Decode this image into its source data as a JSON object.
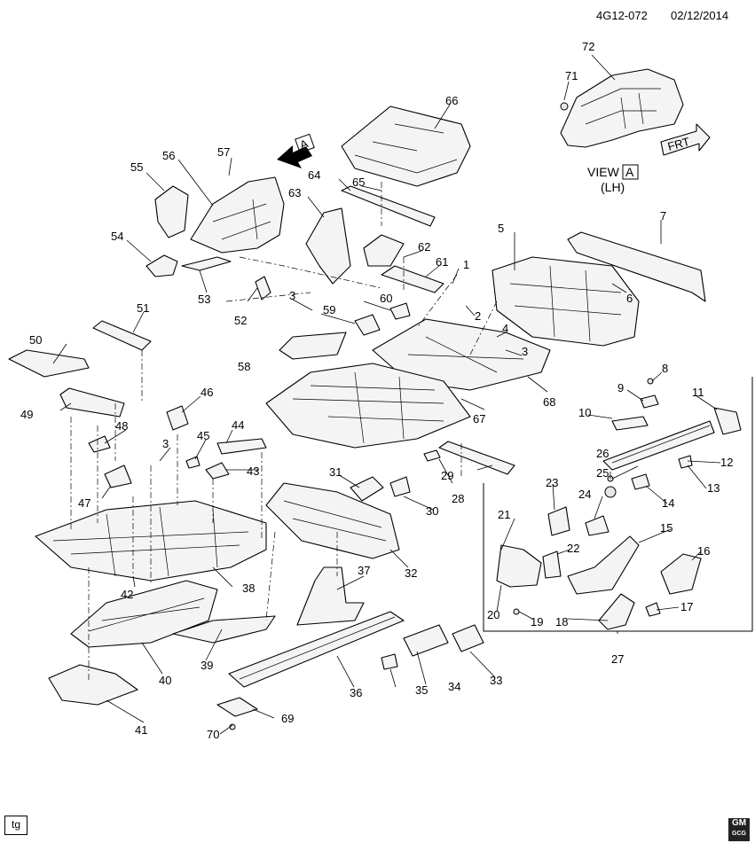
{
  "header": {
    "code": "4G12-072",
    "date": "02/12/2014"
  },
  "view_label": {
    "word": "VIEW",
    "letter": "A",
    "side": "(LH)"
  },
  "arrow_label": "A",
  "frt_label": "FRT",
  "footer": {
    "tag": "tg",
    "logo_top": "GM",
    "logo_bottom": "GCG"
  },
  "callouts": [
    "1",
    "2",
    "3",
    "3",
    "3",
    "4",
    "5",
    "6",
    "7",
    "8",
    "9",
    "10",
    "11",
    "12",
    "13",
    "14",
    "15",
    "16",
    "17",
    "18",
    "19",
    "20",
    "21",
    "22",
    "23",
    "24",
    "25",
    "26",
    "27",
    "28",
    "29",
    "30",
    "31",
    "32",
    "33",
    "34",
    "35",
    "36",
    "37",
    "38",
    "39",
    "40",
    "41",
    "42",
    "43",
    "44",
    "45",
    "46",
    "47",
    "48",
    "49",
    "50",
    "51",
    "52",
    "53",
    "54",
    "55",
    "56",
    "57",
    "58",
    "59",
    "60",
    "61",
    "62",
    "63",
    "64",
    "65",
    "66",
    "67",
    "68",
    "69",
    "70",
    "71",
    "72"
  ]
}
